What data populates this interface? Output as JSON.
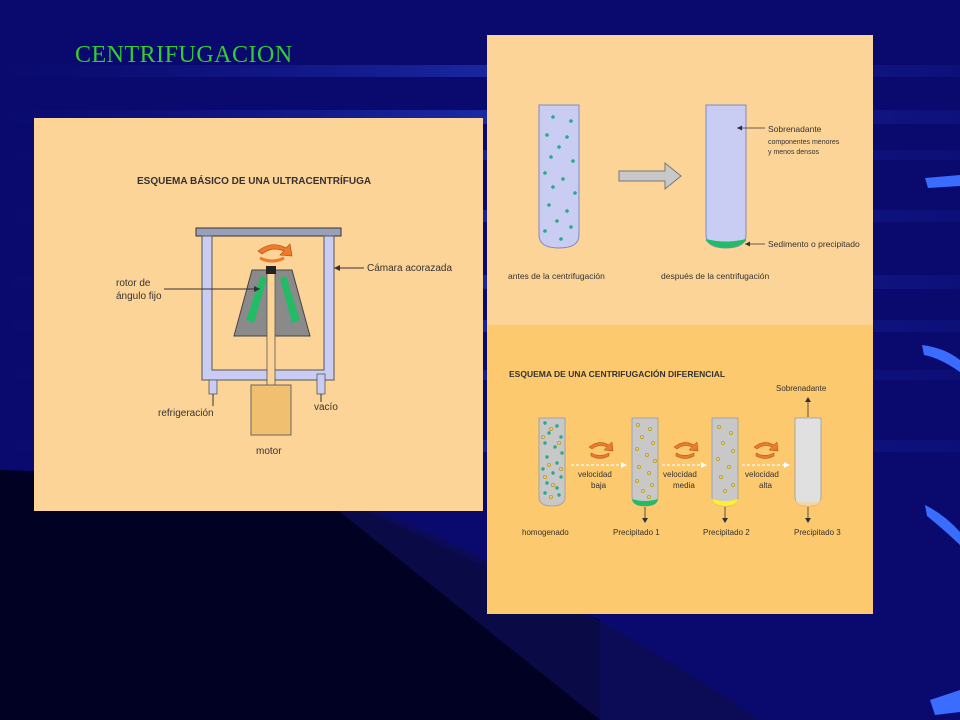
{
  "title": "CENTRIFUGACION",
  "colors": {
    "background": "#0a0a6e",
    "title": "#33cc33",
    "panel_light": "#fdd497",
    "panel_dark": "#fcc96e",
    "tube_fill": "#c9cdf3",
    "sediment_green": "#22bb66",
    "sediment_yellow": "#ffee33",
    "arrow_orange": "#f07a2a"
  },
  "ultracentrifuge": {
    "heading": "ESQUEMA BÁSICO DE UNA ULTRACENTRÍFUGA",
    "rotor_label_line1": "rotor de",
    "rotor_label_line2": "ángulo fijo",
    "chamber_label": "Cámara acorazada",
    "cooling_label": "refrigeración",
    "vacuum_label": "vacío",
    "motor_label": "motor"
  },
  "basic_centrifugation": {
    "before_label": "antes de la centrifugación",
    "after_label": "después de la centrifugación",
    "supernatant_label": "Sobrenadante",
    "supernatant_desc_line1": "componentes menores",
    "supernatant_desc_line2": "y menos densos",
    "sediment_label": "Sedimento o precipitado"
  },
  "differential_centrifugation": {
    "heading": "ESQUEMA DE UNA CENTRIFUGACIÓN DIFERENCIAL",
    "supernatant_label": "Sobrenadante",
    "homogenate_label": "homogenado",
    "speed_word": "velocidad",
    "speed_low": "baja",
    "speed_medium": "media",
    "speed_high": "alta",
    "precipitate_1": "Precipitado 1",
    "precipitate_2": "Precipitado 2",
    "precipitate_3": "Precipitado 3"
  }
}
